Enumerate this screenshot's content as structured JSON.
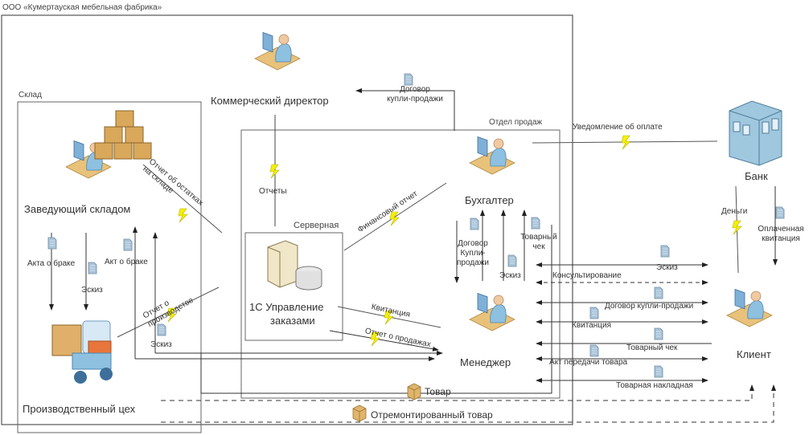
{
  "organization": "ООО «Кумертауская мебельная фабрика»",
  "sections": {
    "warehouse": "Склад",
    "sales_department": "Отдел продаж",
    "server_room": "Серверная"
  },
  "nodes": {
    "commercial_director": "Коммерческий директор",
    "warehouse_manager": "Заведующий складом",
    "production": "Производственный цех",
    "system_line1": "1С Управление",
    "system_line2": "заказами",
    "accountant": "Бухгалтер",
    "manager": "Менеджер",
    "bank": "Банк",
    "client": "Клиент"
  },
  "flows": {
    "sale_contract_director_l1": "Договор",
    "sale_contract_director_l2": "купли-продажи",
    "reports": "Отчеты",
    "stock_report_l1": "Отчет об остатках",
    "stock_report_l2": "на складе",
    "financial_report": "Финансовый отчет",
    "payment_notice": "Уведомление об оплате",
    "defect_act_1": "Акта о браке",
    "sketch_1": "Эскиз",
    "defect_act_2": "Акт о браке",
    "production_report_l1": "Отчет о",
    "production_report_l2": "производстве",
    "sketch_2": "Эскиз",
    "receipt_sys": "Квитанция",
    "sales_report": "Отчет о продажах",
    "acc_contract_l1": "Договор",
    "acc_contract_l2": "Купли-",
    "acc_contract_l3": "продажи",
    "acc_sketch": "Эскиз",
    "acc_check_l1": "Товарный",
    "acc_check_l2": "чек",
    "money": "Деньги",
    "paid_receipt_l1": "Оплаченная",
    "paid_receipt_l2": "квитанция",
    "client_sketch": "Эскиз",
    "consulting": "Консультирование",
    "client_contract": "Договор  купли-продажи",
    "client_receipt": "Квитанция",
    "client_check": "Товарный чек",
    "transfer_act": "Акт передачи товара",
    "waybill": "Товарная накладная",
    "goods": "Товар",
    "repaired_goods": "Отремонтированный товар"
  },
  "colors": {
    "frame": "#555555",
    "line": "#333333",
    "lightning": "#f5f000",
    "doc": "#a9c4d8",
    "person": "#8ec0e0",
    "desk": "#e8c27a",
    "box": "#d9a85a",
    "bank": "#9fc7de"
  }
}
